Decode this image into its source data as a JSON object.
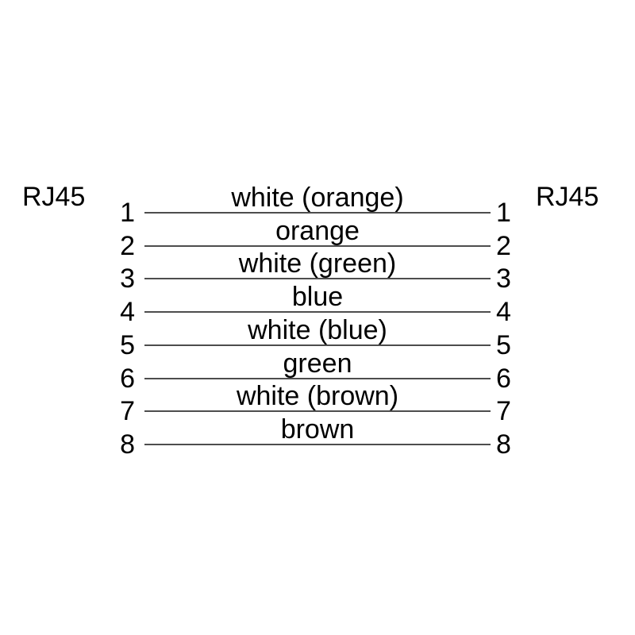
{
  "diagram": {
    "title_semantic": "RJ45 straight-through cable pinout",
    "left_connector_label": "RJ45",
    "right_connector_label": "RJ45",
    "colors": {
      "background": "#ffffff",
      "text": "#000000",
      "wire_line": "#4d4d4d"
    },
    "pins": [
      {
        "left_pin": "1",
        "right_pin": "1",
        "wire": "white (orange)"
      },
      {
        "left_pin": "2",
        "right_pin": "2",
        "wire": "orange"
      },
      {
        "left_pin": "3",
        "right_pin": "3",
        "wire": "white (green)"
      },
      {
        "left_pin": "4",
        "right_pin": "4",
        "wire": "blue"
      },
      {
        "left_pin": "5",
        "right_pin": "5",
        "wire": "white (blue)"
      },
      {
        "left_pin": "6",
        "right_pin": "6",
        "wire": "green"
      },
      {
        "left_pin": "7",
        "right_pin": "7",
        "wire": "white (brown)"
      },
      {
        "left_pin": "8",
        "right_pin": "8",
        "wire": "brown"
      }
    ]
  }
}
